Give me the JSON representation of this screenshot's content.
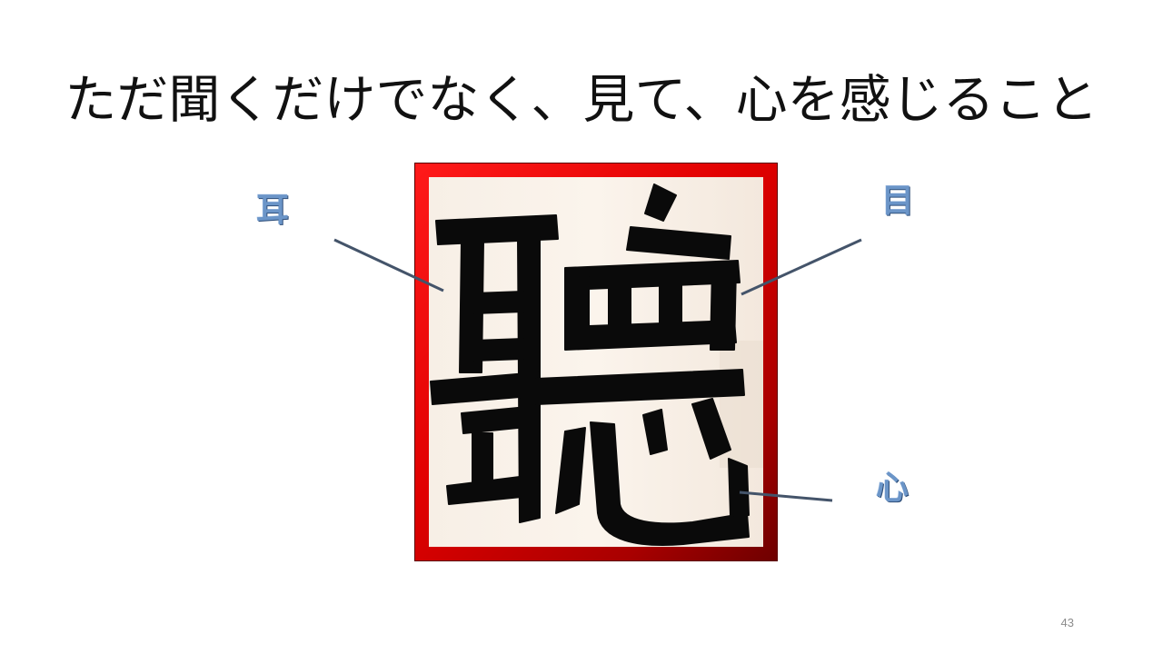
{
  "slide": {
    "title": "ただ聞くだけでなく、見て、心を感じること",
    "page_number": "43"
  },
  "labels": {
    "ear": "耳",
    "eye": "目",
    "heart": "心"
  },
  "colors": {
    "frame_red": "#e00000",
    "label_blue": "#6b95c8",
    "connector": "#44546a",
    "ink": "#0a0a0a",
    "paper": "#f8f0e7"
  }
}
